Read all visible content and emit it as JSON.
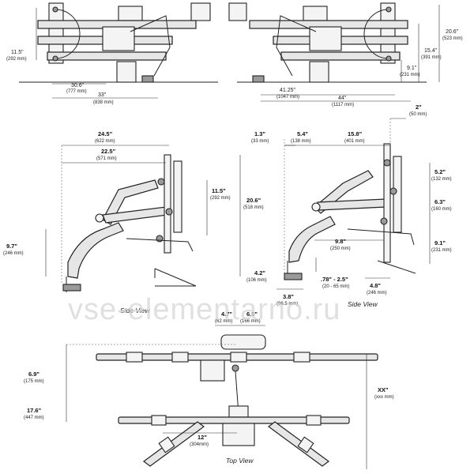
{
  "watermark": "vse-elementarno.ru",
  "views": {
    "side_view_left_caption": "Side View",
    "side_view_right_caption": "Side View",
    "top_view_caption": "Top View"
  },
  "top_left": {
    "h1": "11.5\"",
    "h1_mm": "(292 mm)",
    "w1": "30.6\"",
    "w1_mm": "(777 mm)",
    "w2": "33\"",
    "w2_mm": "(838 mm)"
  },
  "top_right": {
    "h1": "20.6\"",
    "h1_mm": "(523 mm)",
    "h2": "15.4\"",
    "h2_mm": "(391 mm)",
    "h3": "9.1\"",
    "h3_mm": "(231 mm)",
    "w1": "41.25\"",
    "w1_mm": "(1047 mm)",
    "w2": "44\"",
    "w2_mm": "(1117 mm)"
  },
  "side_left": {
    "w1": "24.5\"",
    "w1_mm": "(622 mm)",
    "w2": "22.5\"",
    "w2_mm": "(571 mm)",
    "h1": "11.5\"",
    "h1_mm": "(292 mm)",
    "h2": "20.6\"",
    "h2_mm": "(518 mm)",
    "h3": "9.7\"",
    "h3_mm": "(246 mm)",
    "h4": "4.2\"",
    "h4_mm": "(106 mm)"
  },
  "side_right": {
    "a": "1.3\"",
    "a_mm": "(33 mm)",
    "b": "5.4\"",
    "b_mm": "(138 mm)",
    "c": "15.8\"",
    "c_mm": "(401 mm)",
    "d": "2\"",
    "d_mm": "(50 mm)",
    "e": "5.2\"",
    "e_mm": "(132 mm)",
    "f": "6.3\"",
    "f_mm": "(160 mm)",
    "g": "9.8\"",
    "g_mm": "(250 mm)",
    "h": "9.1\"",
    "h_mm": "(231 mm)",
    "i": ".78\" - 2.5\"",
    "i_mm": "(20 - 65 mm)",
    "j": "4.8\"",
    "j_mm": "(246 mm)",
    "k": "3.8\"",
    "k_mm": "(96.5 mm)"
  },
  "top_view": {
    "a": "4.7\"",
    "a_mm": "(62 mm)",
    "b": "6.5\"",
    "b_mm": "(166 mm)",
    "c": "6.9\"",
    "c_mm": "(175 mm)",
    "d": "17.6\"",
    "d_mm": "(447 mm)",
    "e": "12\"",
    "e_mm": "(304mm)",
    "f": "XX\"",
    "f_mm": "(xxx mm)"
  }
}
